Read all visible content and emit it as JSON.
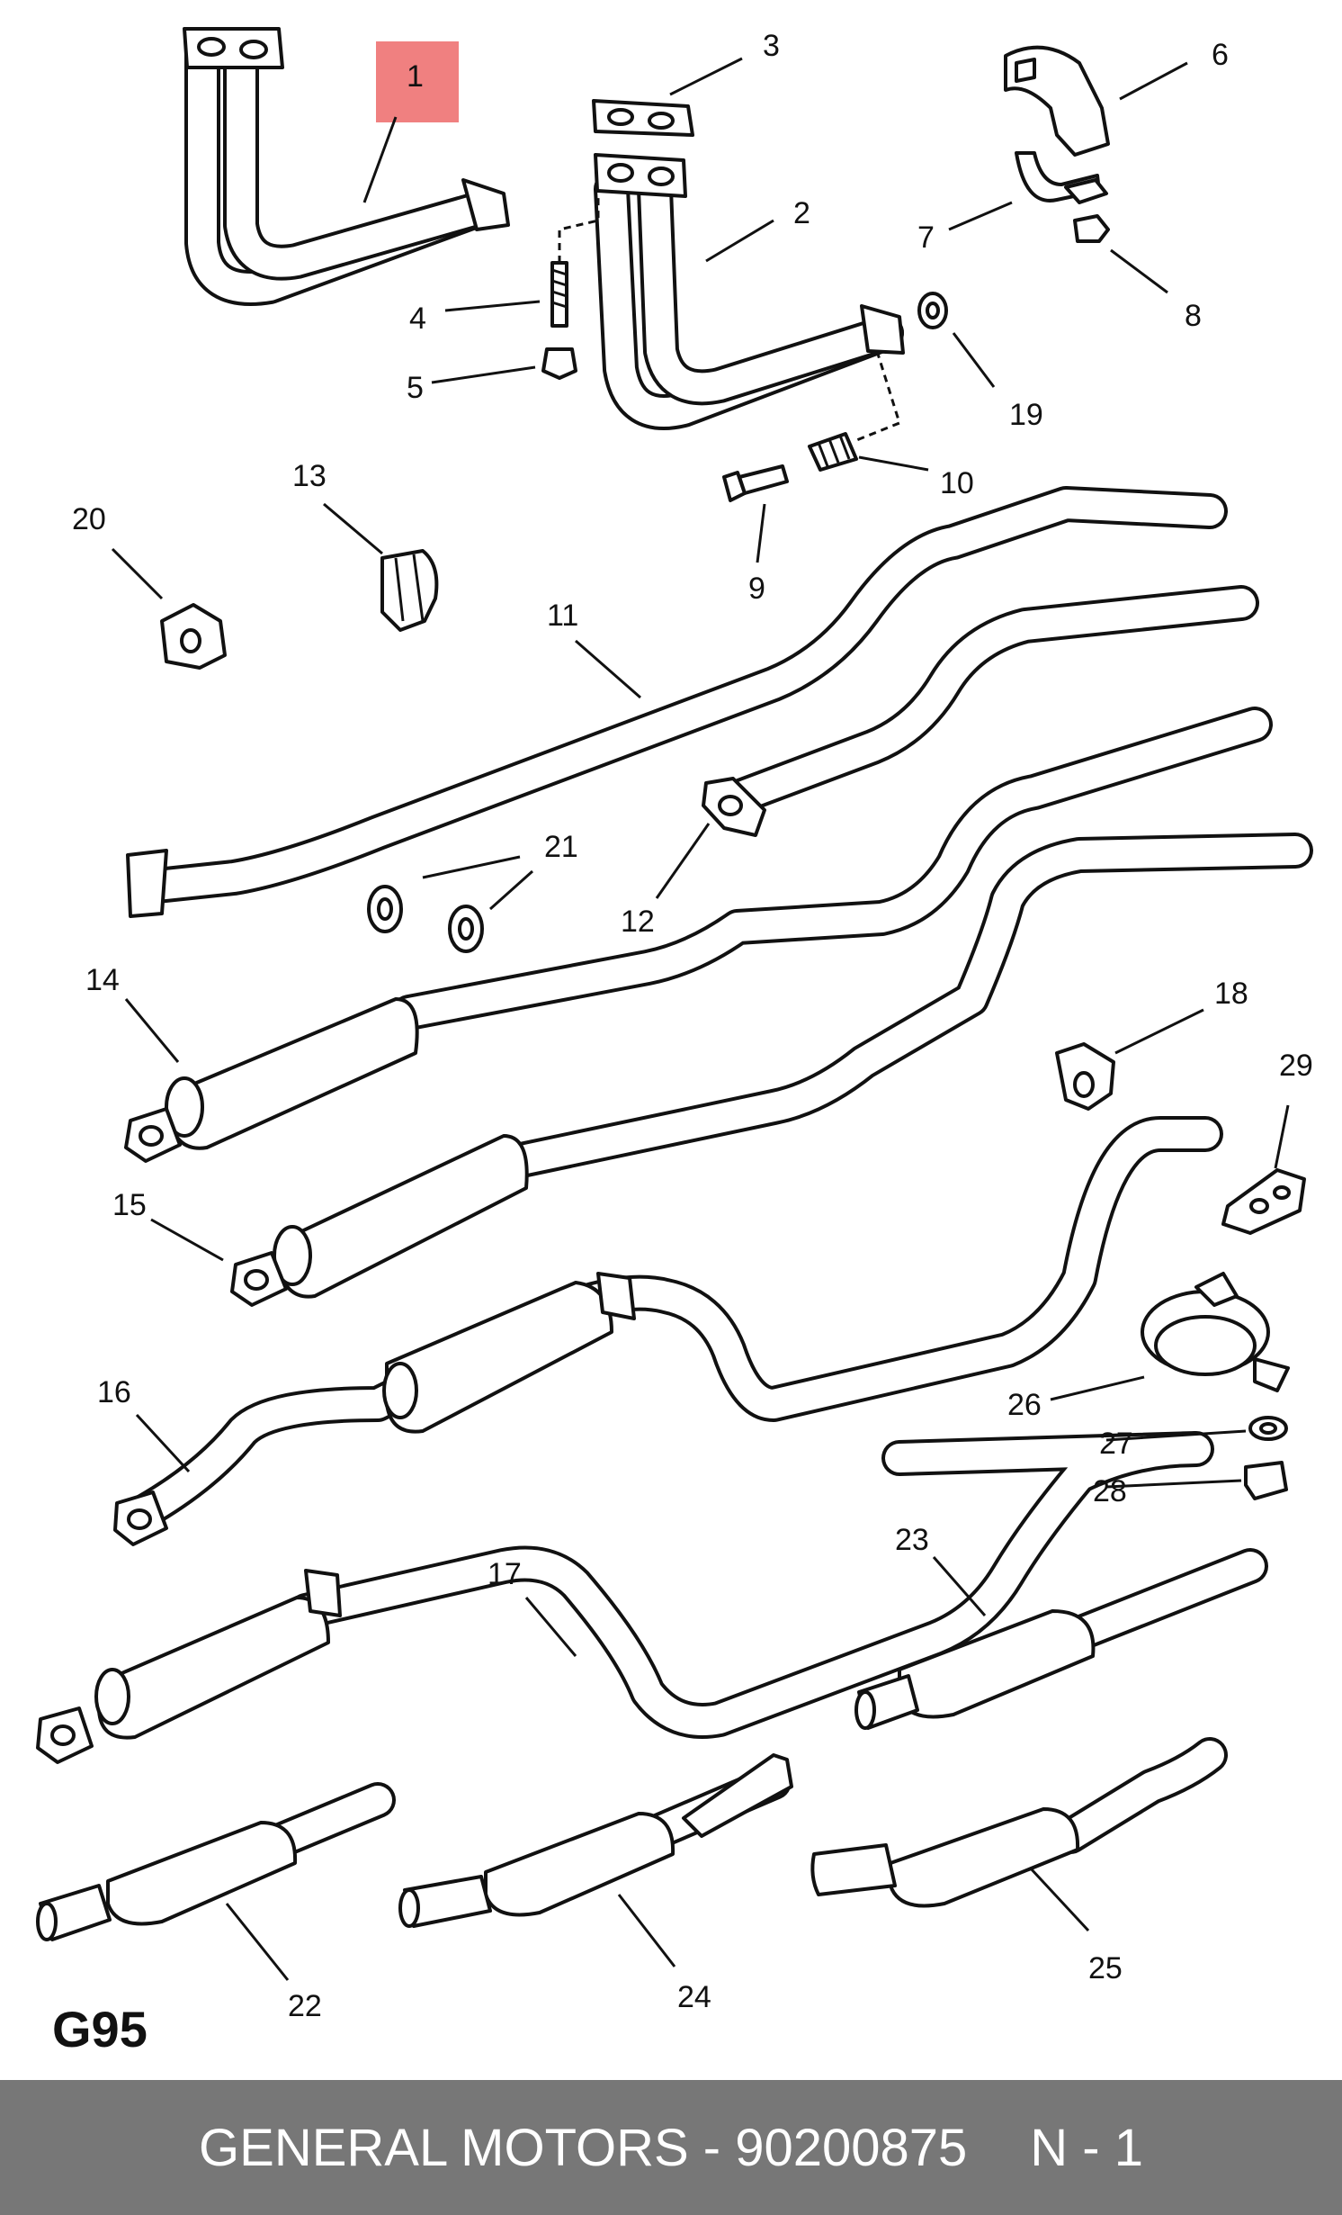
{
  "diagram_code": "G95",
  "footer": {
    "brand_part": "GENERAL MOTORS - 90200875",
    "position": "N - 1"
  },
  "highlight_color": "#f08080",
  "footer_color": "#777777",
  "callouts": [
    {
      "id": "1",
      "highlighted": true
    },
    {
      "id": "2"
    },
    {
      "id": "3"
    },
    {
      "id": "4"
    },
    {
      "id": "5"
    },
    {
      "id": "6"
    },
    {
      "id": "7"
    },
    {
      "id": "8"
    },
    {
      "id": "9"
    },
    {
      "id": "10"
    },
    {
      "id": "11"
    },
    {
      "id": "12"
    },
    {
      "id": "13"
    },
    {
      "id": "14"
    },
    {
      "id": "15"
    },
    {
      "id": "16"
    },
    {
      "id": "17"
    },
    {
      "id": "18"
    },
    {
      "id": "19"
    },
    {
      "id": "20"
    },
    {
      "id": "21"
    },
    {
      "id": "22"
    },
    {
      "id": "23"
    },
    {
      "id": "24"
    },
    {
      "id": "25"
    },
    {
      "id": "26"
    },
    {
      "id": "27"
    },
    {
      "id": "28"
    },
    {
      "id": "29"
    }
  ]
}
